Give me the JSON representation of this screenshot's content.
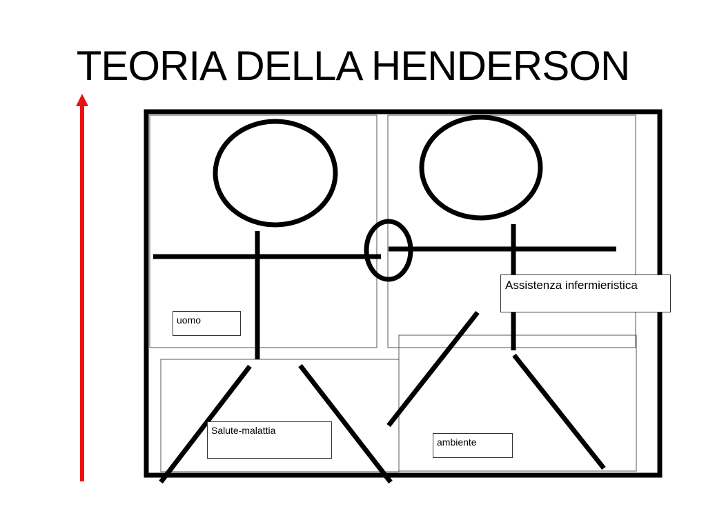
{
  "title": "TEORIA DELLA HENDERSON",
  "labels": {
    "uomo": "uomo",
    "salute": "Salute-malattia",
    "ambiente": "ambiente",
    "assistenza": "Assistenza infermieristica"
  },
  "colors": {
    "arrow": "#ee1111",
    "stroke": "#000000",
    "thin_frame": "#555555"
  }
}
